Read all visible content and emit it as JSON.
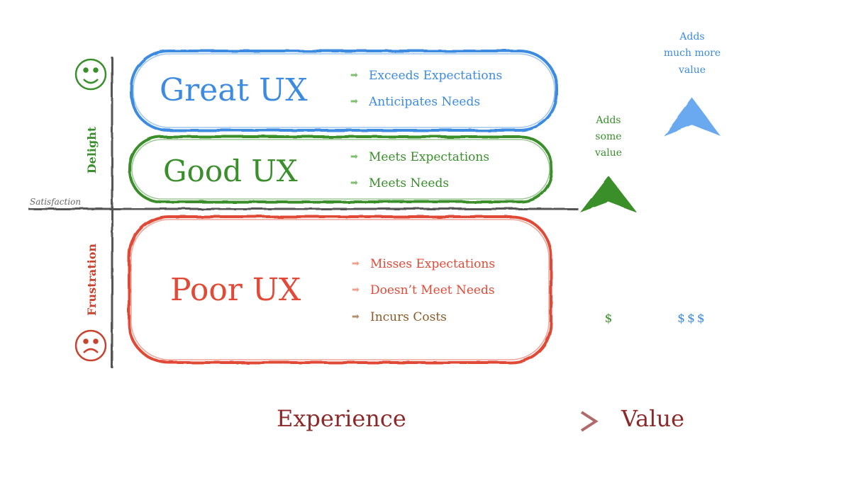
{
  "axis": {
    "delight_label": "Delight",
    "satisfaction_label": "Satisfaction",
    "frustration_label": "Frustration"
  },
  "tiers": {
    "great": {
      "title": "Great UX",
      "points": [
        "Exceeds Expectations",
        "Anticipates Needs"
      ],
      "color": "#3d8be0"
    },
    "good": {
      "title": "Good UX",
      "points": [
        "Meets Expectations",
        "Meets Needs"
      ],
      "color": "#3a8f2c"
    },
    "poor": {
      "title": "Poor UX",
      "points": [
        "Misses Expectations",
        "Doesn’t Meet Needs",
        "Incurs Costs"
      ],
      "point_colors": [
        "#e04a36",
        "#e04a36",
        "#8a5a2a"
      ],
      "color": "#e04a36"
    }
  },
  "value_arrows": {
    "some": {
      "caption": [
        "Adds",
        "some",
        "value"
      ],
      "cost": "$",
      "color": "#3a8f2c"
    },
    "much": {
      "caption": [
        "Adds",
        "much more",
        "value"
      ],
      "cost": "$$$",
      "color": "#3d8be0"
    }
  },
  "footer": {
    "from": "Experience",
    "to": "Value",
    "color": "#8c2a2a"
  },
  "faces": {
    "top": "smiley-face-icon",
    "bottom": "frown-face-icon"
  }
}
